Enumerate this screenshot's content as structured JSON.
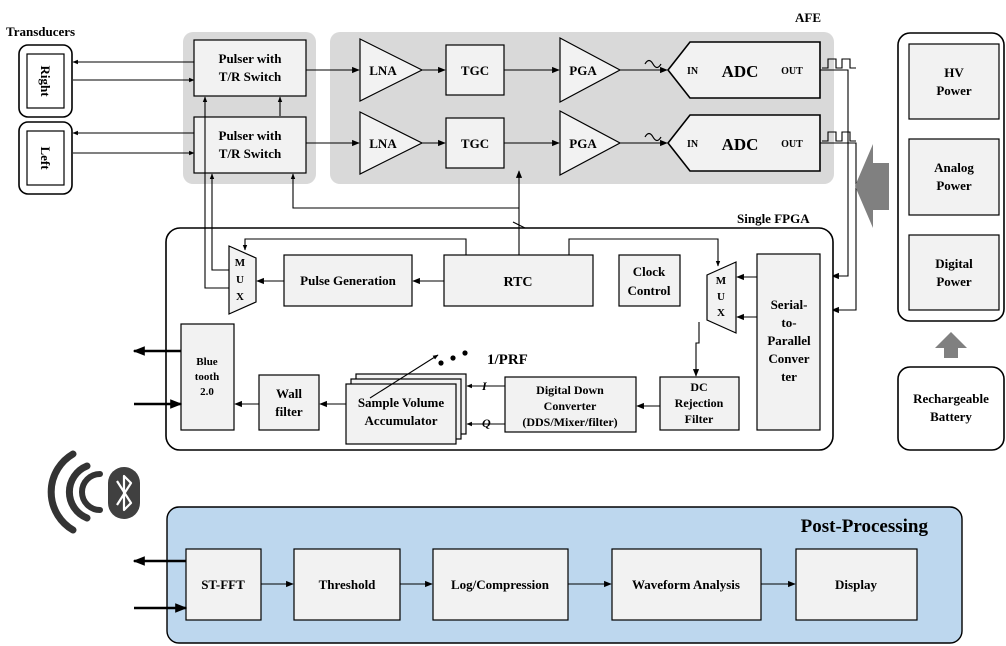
{
  "labels": {
    "transducers": "Transducers",
    "afe": "AFE",
    "fpga": "Single FPGA",
    "post_processing": "Post-Processing",
    "prf": "1/PRF",
    "i_channel": "I",
    "q_channel": "Q",
    "adc_in": "IN",
    "adc_out": "OUT"
  },
  "transducers": [
    "Right",
    "Left"
  ],
  "afe_blocks": {
    "pulser_line1": "Pulser with",
    "pulser_line2": "T/R Switch",
    "lna": "LNA",
    "tgc": "TGC",
    "pga": "PGA",
    "adc": "ADC"
  },
  "fpga_blocks": {
    "mux": [
      "M",
      "U",
      "X"
    ],
    "pulse_generation": "Pulse Generation",
    "rtc": "RTC",
    "clock_control": [
      "Clock",
      "Control"
    ],
    "serial_to_parallel": [
      "Serial-",
      "to-",
      "Parallel",
      "Conver",
      "ter"
    ],
    "bluetooth": [
      "Blue",
      "tooth",
      "2.0"
    ],
    "wall_filter": [
      "Wall",
      "filter"
    ],
    "sample_volume": [
      "Sample Volume",
      "Accumulator"
    ],
    "ddc": [
      "Digital Down",
      "Converter",
      "(DDS/Mixer/filter)"
    ],
    "dc_rejection": [
      "DC",
      "Rejection",
      "Filter"
    ]
  },
  "power_blocks": {
    "hv": [
      "HV",
      "Power"
    ],
    "analog": [
      "Analog",
      "Power"
    ],
    "digital": [
      "Digital",
      "Power"
    ],
    "battery": [
      "Rechargeable",
      "Battery"
    ]
  },
  "post_blocks": [
    "ST-FFT",
    "Threshold",
    "Log/Compression",
    "Waveform Analysis",
    "Display"
  ],
  "icons": [
    "wireless-signal-icon",
    "bluetooth-icon"
  ],
  "colors": {
    "block_fill": "#f2f2f2",
    "afe_region": "#d9d9d9",
    "post_region": "#bdd7ee",
    "arrow_gray": "#808080",
    "bluetooth_badge": "#404040"
  }
}
